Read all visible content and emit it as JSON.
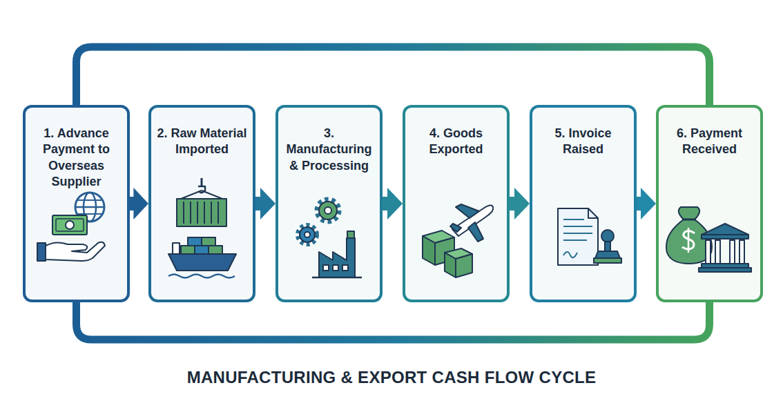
{
  "diagram": {
    "title": "MANUFACTURING & EXPORT CASH FLOW CYCLE",
    "nodes": [
      {
        "text": [
          "1. Advance Payment to Overseas Supplier"
        ]
      },
      {
        "text": [
          "2. Raw Material Imported"
        ]
      },
      {
        "text": [
          "3. Manufacturing & Processing"
        ]
      },
      {
        "text": [
          "4. Goods Exported"
        ]
      },
      {
        "text": [
          "5. Invoice Raised"
        ]
      },
      {
        "text": [
          "6. Payment Received"
        ]
      }
    ],
    "edges": [
      {
        "from": 0,
        "to": 1,
        "arrow": "to"
      },
      {
        "from": 1,
        "to": 2,
        "arrow": "to"
      },
      {
        "from": 2,
        "to": 3,
        "arrow": "to"
      },
      {
        "from": 3,
        "to": 4,
        "arrow": "to"
      },
      {
        "from": 4,
        "to": 5,
        "arrow": "to"
      },
      {
        "from": 5,
        "to": 0,
        "arrow": "to"
      },
      {
        "from": 5,
        "to": 0,
        "arrow": "to"
      }
    ]
  }
}
